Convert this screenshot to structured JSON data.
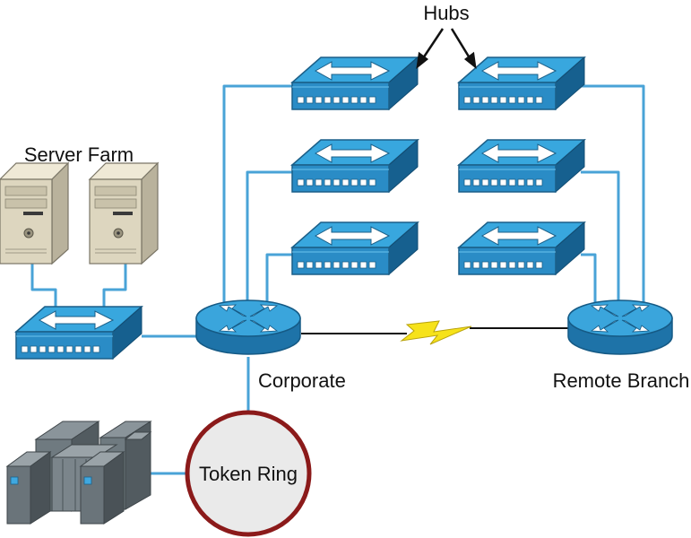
{
  "labels": {
    "hubs": "Hubs",
    "server_farm": "Server Farm",
    "corporate": "Corporate",
    "remote_branch": "Remote Branch",
    "token_ring": "Token Ring"
  },
  "colors": {
    "link": "#49a3d7",
    "hub_top": "#2f9fd8",
    "hub_side": "#1d6f9f",
    "router": "#2d96cf",
    "wan_link": "#f6e21a",
    "ring_outline": "#8b1a1a",
    "ring_fill": "#eaeaea"
  },
  "icons": [
    "hub-icon",
    "router-icon",
    "server-icon",
    "mainframe-icon",
    "wan-lightning-icon",
    "arrow-icon"
  ]
}
